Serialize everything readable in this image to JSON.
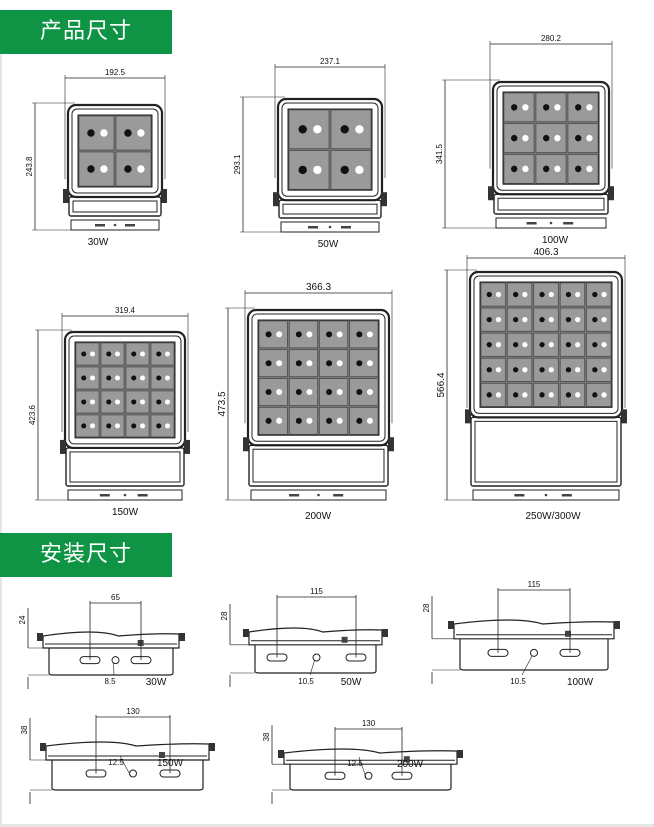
{
  "sections": {
    "product_size": "产品尺寸",
    "install_size": "安装尺寸"
  },
  "front_views": [
    {
      "model": "30W",
      "width": "192.5",
      "height": "243.8"
    },
    {
      "model": "50W",
      "width": "237.1",
      "height": "293.1"
    },
    {
      "model": "100W",
      "width": "280.2",
      "height": "341.5"
    },
    {
      "model": "150W",
      "width": "319.4",
      "height": "423.6"
    },
    {
      "model": "200W",
      "width": "366.3",
      "height": "473.5"
    },
    {
      "model": "250W/300W",
      "width": "406.3",
      "height": "566.4"
    }
  ],
  "install_views": [
    {
      "model": "30W",
      "spacing": "65",
      "height": "24",
      "hole": "8.5"
    },
    {
      "model": "50W",
      "spacing": "115",
      "height": "28",
      "hole": "10.5"
    },
    {
      "model": "100W",
      "spacing": "115",
      "height": "28",
      "hole": "10.5"
    },
    {
      "model": "150W",
      "spacing": "130",
      "height": "38",
      "hole": "12.5"
    },
    {
      "model": "200W",
      "spacing": "130",
      "height": "38",
      "hole": "12.5"
    }
  ],
  "colors": {
    "header_green": "#0f9446",
    "line": "#222222"
  }
}
